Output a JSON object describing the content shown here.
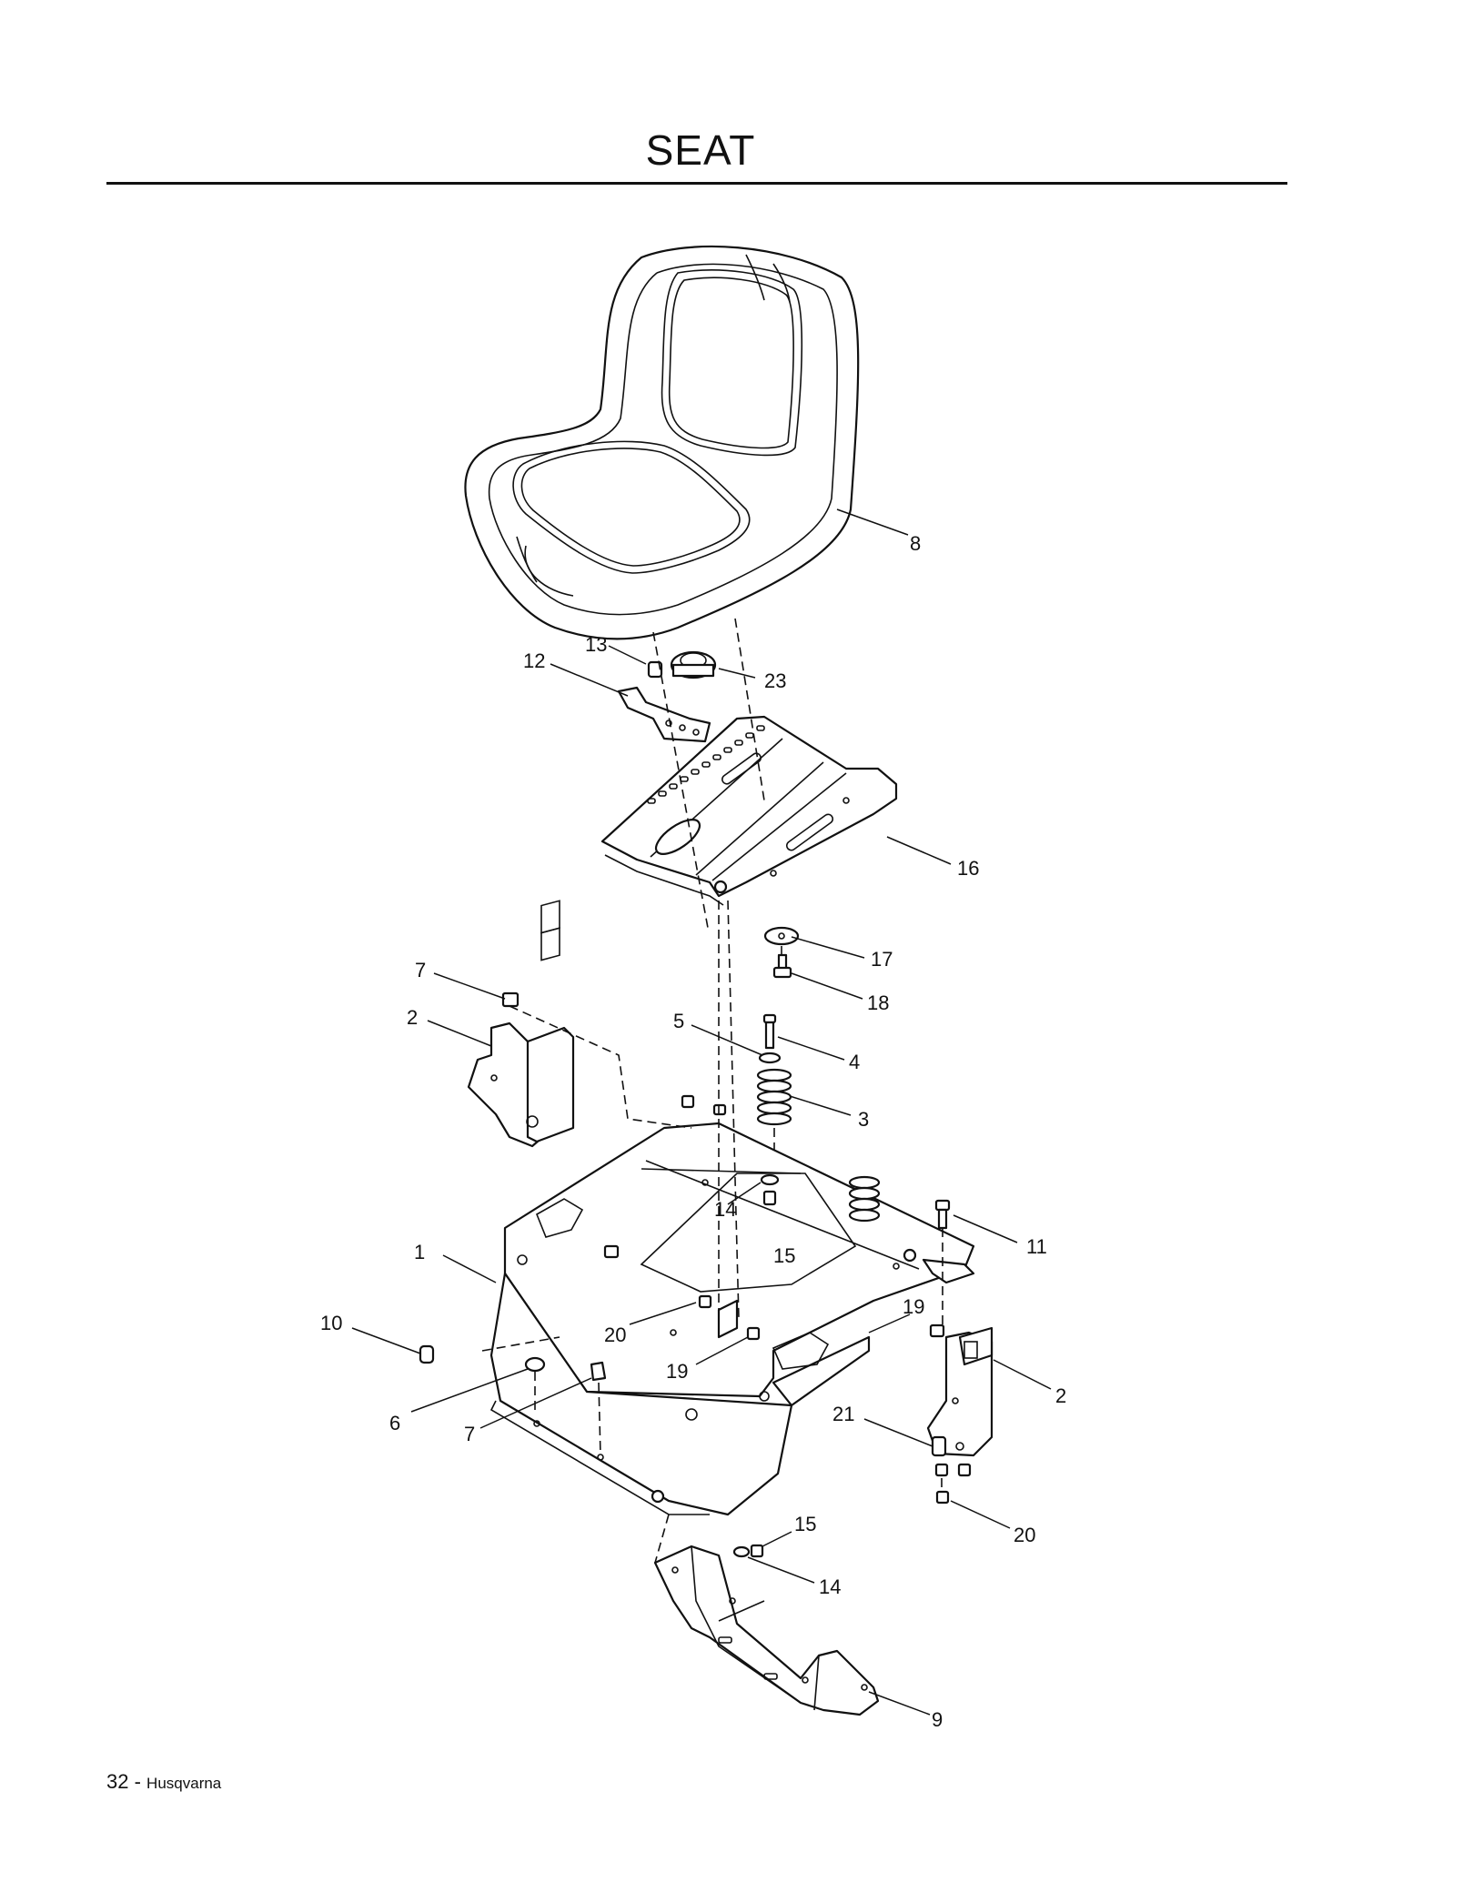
{
  "header": {
    "title": "SEAT"
  },
  "footer": {
    "page_number": "32",
    "separator": " - ",
    "brand": "Husqvarna"
  },
  "callouts": {
    "c1": "1",
    "c2a": "2",
    "c2b": "2",
    "c3": "3",
    "c4": "4",
    "c5": "5",
    "c6": "6",
    "c7a": "7",
    "c7b": "7",
    "c8": "8",
    "c9": "9",
    "c10": "10",
    "c11": "11",
    "c12": "12",
    "c13": "13",
    "c14a": "14",
    "c14b": "14",
    "c15a": "15",
    "c15b": "15",
    "c16": "16",
    "c17": "17",
    "c18": "18",
    "c19a": "19",
    "c19b": "19",
    "c20a": "20",
    "c20b": "20",
    "c21": "21",
    "c23": "23"
  }
}
